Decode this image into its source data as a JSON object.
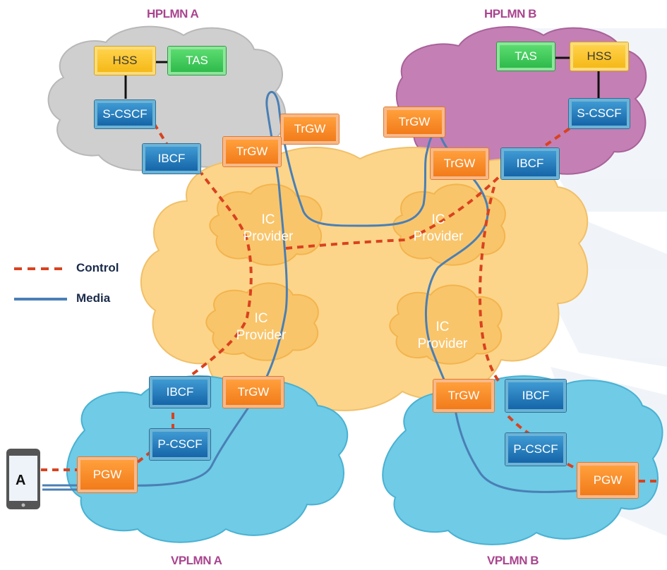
{
  "regions": {
    "hplmn_a": "HPLMN A",
    "hplmn_b": "HPLMN B",
    "vplmn_a": "VPLMN A",
    "vplmn_b": "VPLMN B"
  },
  "nodes": {
    "hss_a": "HSS",
    "tas_a": "TAS",
    "scscf_a": "S-CSCF",
    "ibcf_a": "IBCF",
    "trgw_a1": "TrGW",
    "trgw_a2": "TrGW",
    "tas_b": "TAS",
    "hss_b": "HSS",
    "scscf_b": "S-CSCF",
    "trgw_b1": "TrGW",
    "trgw_b2": "TrGW",
    "ibcf_b": "IBCF",
    "ibcf_va": "IBCF",
    "trgw_va": "TrGW",
    "pcscf_va": "P-CSCF",
    "pgw_va": "PGW",
    "trgw_vb": "TrGW",
    "ibcf_vb": "IBCF",
    "pcscf_vb": "P-CSCF",
    "pgw_vb": "PGW"
  },
  "ic_providers": {
    "tl": [
      "IC",
      "Provider"
    ],
    "tr": [
      "IC",
      "Provider"
    ],
    "bl": [
      "IC",
      "Provider"
    ],
    "br": [
      "IC",
      "Provider"
    ]
  },
  "legend": {
    "control": "Control",
    "media": "Media"
  },
  "ue_label": "A",
  "colors": {
    "control_line": "#d9421f",
    "media_line": "#4a7fb5",
    "hplmn_a_cloud": "#cfcfcf",
    "hplmn_b_cloud": "#c47fb4",
    "ic_cloud": "#fcd58a",
    "vplmn_cloud": "#6fcbe6",
    "title_color": "#a9458e"
  }
}
